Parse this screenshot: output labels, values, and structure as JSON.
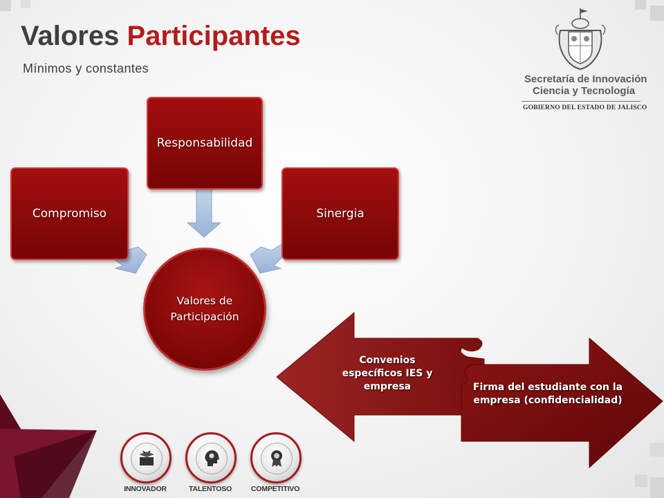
{
  "header": {
    "title_part1": "Valores",
    "title_part2": "Participantes",
    "subtitle": "Mínimos y constantes"
  },
  "logo": {
    "line1": "Secretaría de Innovación",
    "line2": "Ciencia y Tecnología",
    "line3": "GOBIERNO DEL ESTADO DE JALISCO"
  },
  "diagram": {
    "hub": "Valores de Participación",
    "values": [
      "Compromiso",
      "Responsabilidad",
      "Sinergia"
    ]
  },
  "arrows": {
    "left": "Convenios específicos IES y empresa",
    "right": "Firma del estudiante con la empresa (confidencialidad)"
  },
  "badges": [
    {
      "label": "INNOVADOR",
      "icon": "gift-box-icon"
    },
    {
      "label": "TALENTOSO",
      "icon": "head-gears-icon"
    },
    {
      "label": "COMPETITIVO",
      "icon": "medal-icon"
    }
  ],
  "colors": {
    "title_dark": "#3f3f3f",
    "title_red": "#b31c1c",
    "box_red": "#8a0a0a",
    "connector_blue": "#a9c0de"
  }
}
